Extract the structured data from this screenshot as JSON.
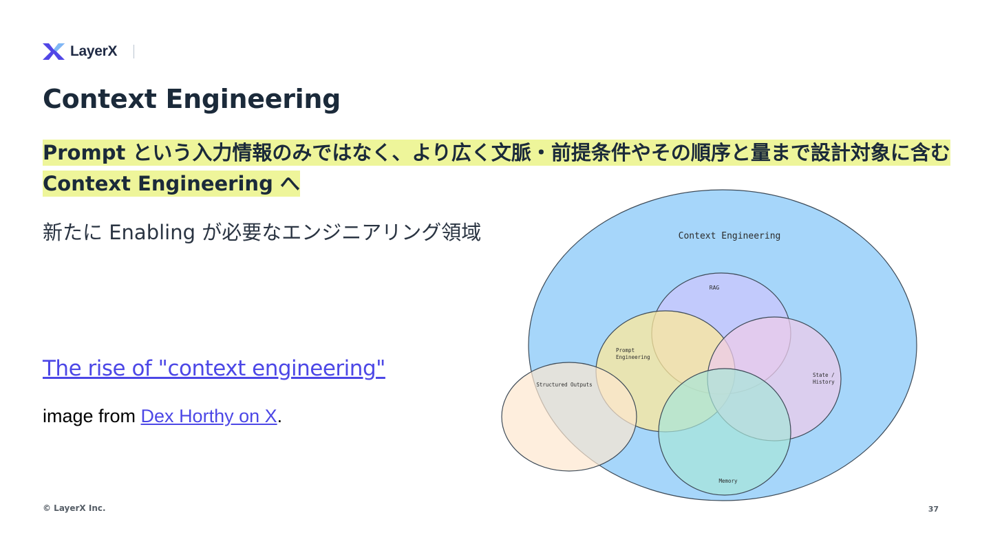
{
  "logo": {
    "name": "LayerX"
  },
  "title": "Context Engineering",
  "headline": "Prompt という入力情報のみではなく、より広く文脈・前提条件やその順序と量まで設計対象に含む Context Engineering へ",
  "subtitle": "新たに Enabling が必要なエンジニアリング領域",
  "article_link": "The rise of \"context engineering\"",
  "credit": {
    "prefix": "image from ",
    "link": "Dex Horthy on X",
    "suffix": "."
  },
  "diagram": {
    "outer_label": "Context Engineering",
    "circles": [
      {
        "label": "RAG",
        "color": "#c7c8fb"
      },
      {
        "label": "Prompt Engineering",
        "color": "#fde89a"
      },
      {
        "label": "State / History",
        "color": "#eccbe9"
      },
      {
        "label": "Memory",
        "color": "#a8e5d8"
      },
      {
        "label": "Structured Outputs",
        "color": "#fde7cf"
      }
    ],
    "outer_color": "#a6d6fa"
  },
  "footer": {
    "copyright": "© LayerX Inc.",
    "page_number": "37"
  }
}
